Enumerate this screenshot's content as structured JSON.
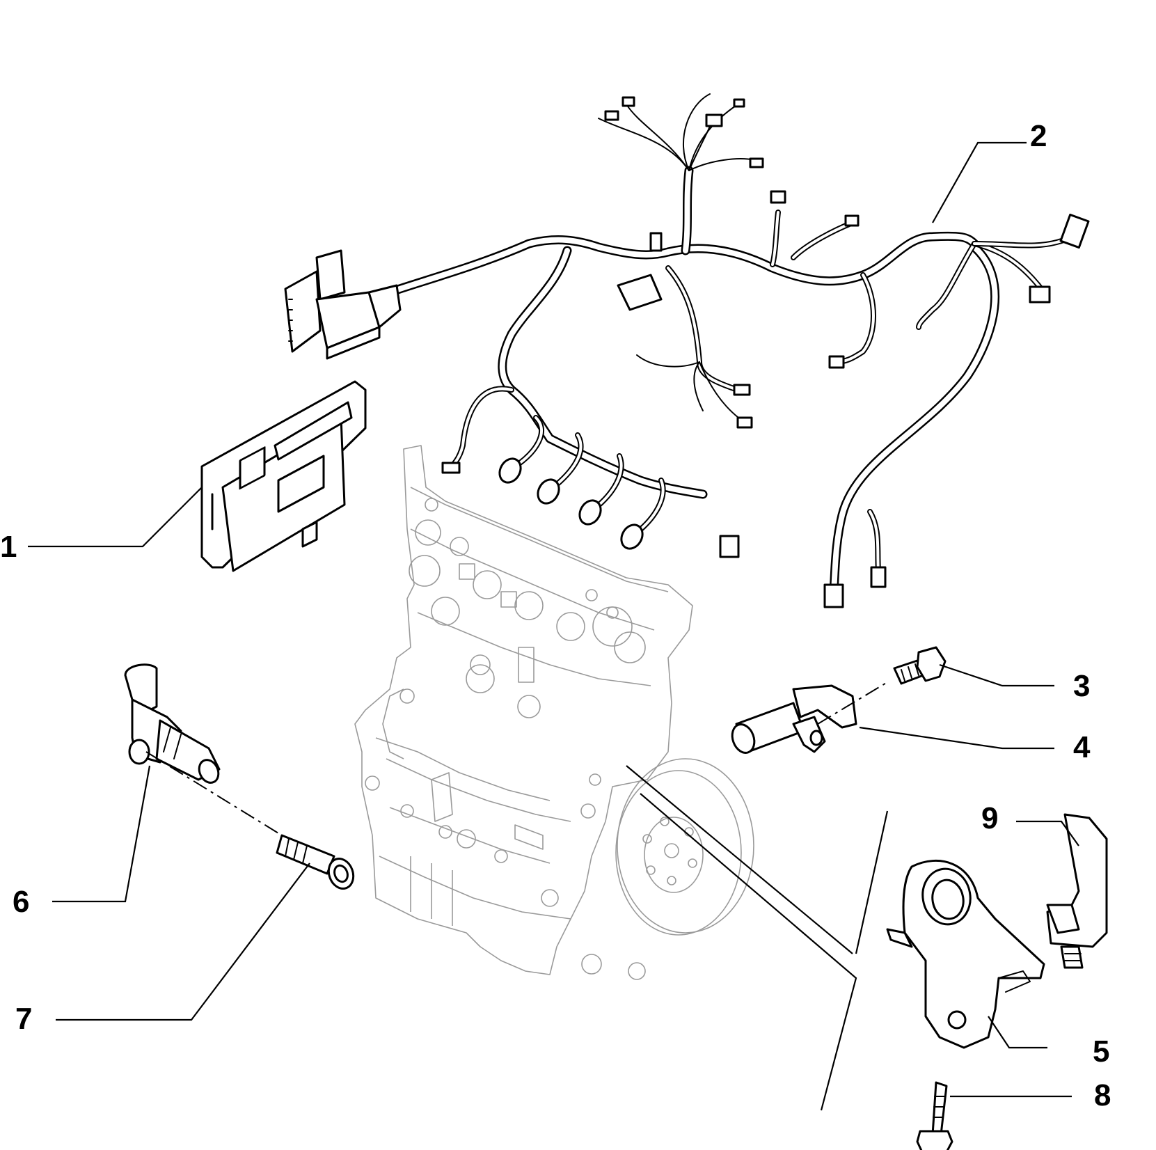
{
  "callouts": [
    {
      "id": "ecu",
      "label": "1"
    },
    {
      "id": "wiring-harness",
      "label": "2"
    },
    {
      "id": "sensor-screw",
      "label": "3"
    },
    {
      "id": "rpm-sensor",
      "label": "4"
    },
    {
      "id": "sensor-bracket",
      "label": "5"
    },
    {
      "id": "timing-sensor",
      "label": "6"
    },
    {
      "id": "timing-sensor-screw",
      "label": "7"
    },
    {
      "id": "bracket-bolt",
      "label": "8"
    },
    {
      "id": "wiring-clip",
      "label": "9"
    }
  ]
}
